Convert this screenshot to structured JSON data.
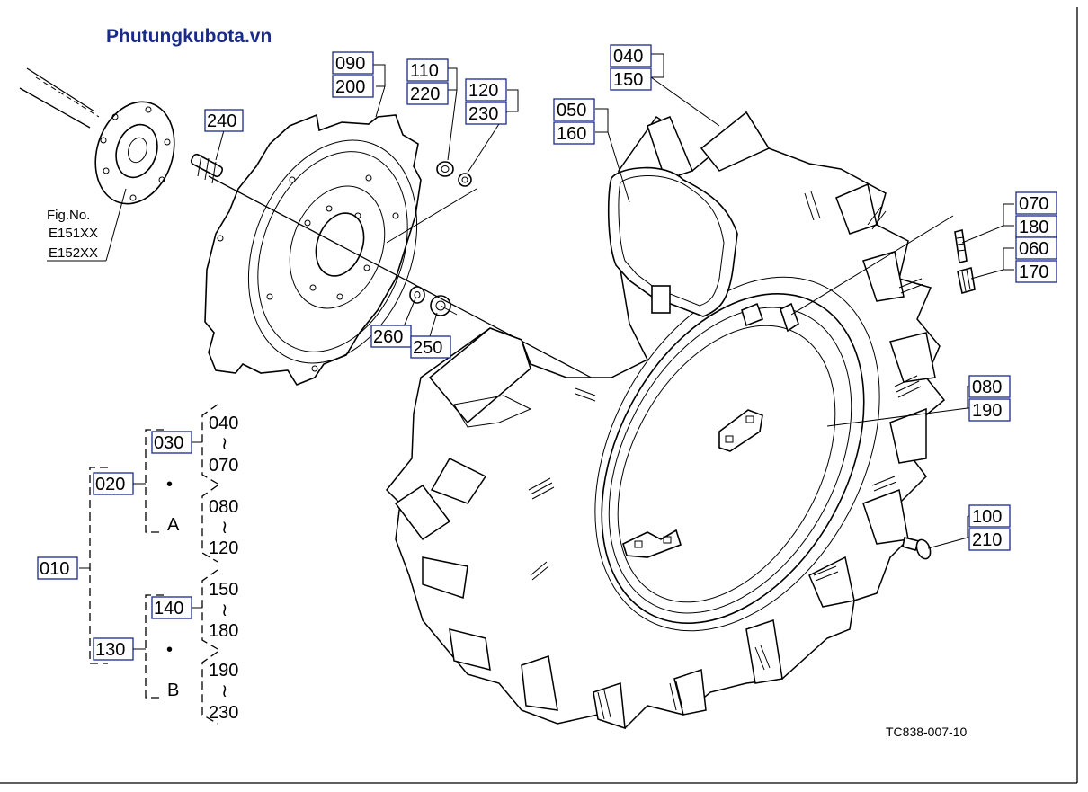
{
  "watermark": "Phutungkubota.vn",
  "figure_code": "TC838-007-10",
  "fig_ref": {
    "title": "Fig.No.",
    "refs": [
      "E151XX",
      "E152XX"
    ]
  },
  "callouts": {
    "c090": "090",
    "c200": "200",
    "c110": "110",
    "c220": "220",
    "c120": "120",
    "c230": "230",
    "c240": "240",
    "c040": "040",
    "c150": "150",
    "c050": "050",
    "c160": "160",
    "c070": "070",
    "c180": "180",
    "c060": "060",
    "c170": "170",
    "c080": "080",
    "c190": "190",
    "c100": "100",
    "c210": "210",
    "c260": "260",
    "c250": "250"
  },
  "tree": {
    "root": "010",
    "group_a": {
      "label": "020",
      "sub": "030",
      "sub_from": "040",
      "sub_to": "070",
      "dot": "•",
      "alt": "A",
      "alt_from": "080",
      "alt_to": "120"
    },
    "group_b": {
      "label": "130",
      "sub": "140",
      "sub_from": "150",
      "sub_to": "180",
      "dot": "•",
      "alt": "B",
      "alt_from": "190",
      "alt_to": "230"
    },
    "tilde": "≀"
  }
}
